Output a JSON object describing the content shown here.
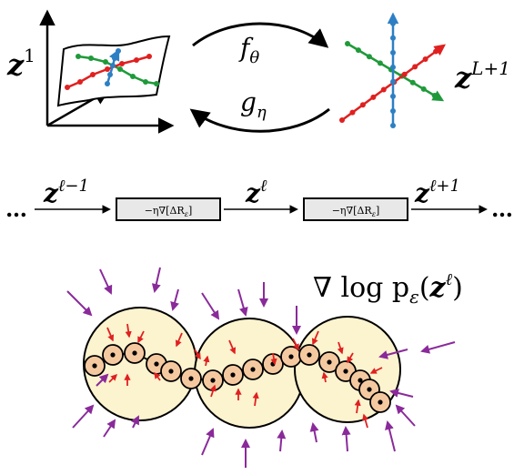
{
  "top": {
    "left_label": {
      "base": "z",
      "sup": "1"
    },
    "right_label": {
      "base": "z",
      "sup": "L+1"
    },
    "forward_map": {
      "base": "f",
      "sub": "θ"
    },
    "backward_map": {
      "base": "g",
      "sub": "η"
    }
  },
  "middle": {
    "ellipsis": "…",
    "nodes": [
      {
        "base": "z",
        "sup": "ℓ−1"
      },
      {
        "base": "z",
        "sup": "ℓ"
      },
      {
        "base": "z",
        "sup": "ℓ+1"
      }
    ],
    "operator": "−η∇[ΔR",
    "operator_sub": "ε",
    "operator_close": "]"
  },
  "bottom": {
    "label_prefix": "∇ log p",
    "label_sub": "ε",
    "label_arg_open": "(",
    "label_arg_base": "z",
    "label_arg_sup": "ℓ",
    "label_arg_close": ")"
  },
  "colors": {
    "red_line": "#e02020",
    "green_line": "#1f9a3a",
    "blue_line": "#2d7fc4",
    "arrow_purple": "#8a2a9a",
    "arrow_red": "#e02020",
    "disk_fill": "#fcf3cf",
    "bead_fill": "#f5c9a0"
  }
}
